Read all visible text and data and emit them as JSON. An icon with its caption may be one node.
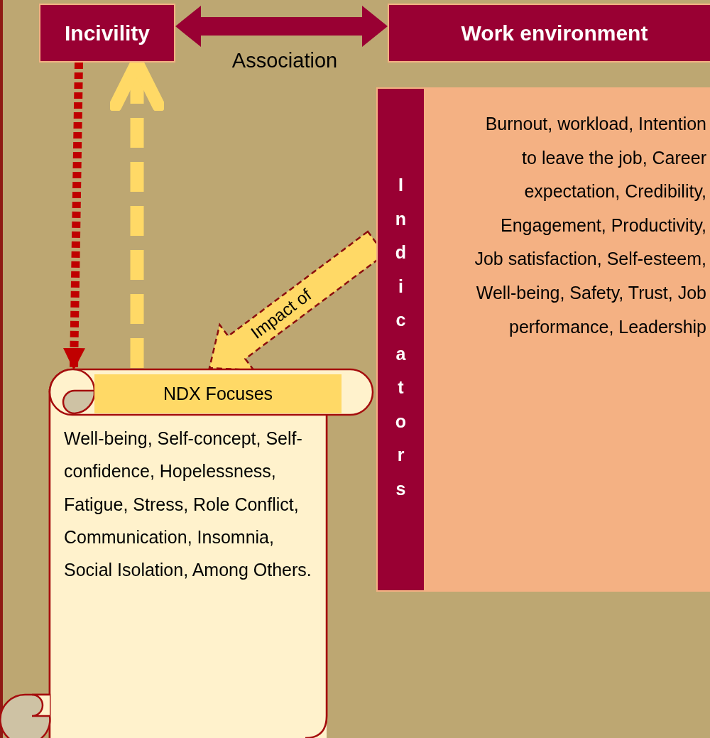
{
  "diagram": {
    "nodes": [
      {
        "text": [
          "Incivility"
        ]
      },
      {
        "text": [
          "Work environment"
        ]
      },
      {
        "text": [
          "Indicators"
        ]
      },
      {
        "text": [
          "Burnout, workload, Intention to leave the job, Career expectation, Credibility, Engagement, Productivity, Job satisfaction, Self-esteem, Well-being, Safety, Trust, Job performance, Leadership"
        ]
      },
      {
        "text": [
          "NDX Focuses",
          "Well-being, Self-concept, Self-confidence, Hopelessness, Fatigue, Stress, Role Conflict, Communication, Insomnia, Social Isolation, Among Others."
        ]
      }
    ],
    "edges": [
      {
        "from": 0,
        "to": 1,
        "arrow": "both",
        "label": "Association",
        "color": "#990033"
      },
      {
        "from": 0,
        "to": 4,
        "arrow": "to",
        "style": "dashed",
        "color": "#c00000"
      },
      {
        "from": 4,
        "to": 0,
        "arrow": "to",
        "style": "dashed",
        "color": "#ffd966"
      },
      {
        "from": 2,
        "to": 4,
        "arrow": "to",
        "label": "Impact of",
        "style": "dashed",
        "color": "#ffd966"
      }
    ]
  }
}
